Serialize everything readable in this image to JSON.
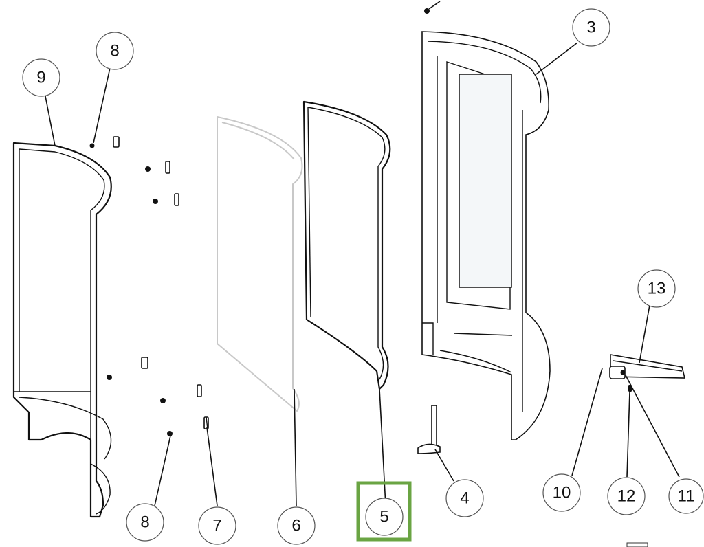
{
  "diagram": {
    "callouts": [
      {
        "id": "callout-9",
        "label": "9"
      },
      {
        "id": "callout-8-top",
        "label": "8"
      },
      {
        "id": "callout-3",
        "label": "3"
      },
      {
        "id": "callout-13",
        "label": "13"
      },
      {
        "id": "callout-8-bottom",
        "label": "8"
      },
      {
        "id": "callout-7",
        "label": "7"
      },
      {
        "id": "callout-6",
        "label": "6"
      },
      {
        "id": "callout-5",
        "label": "5"
      },
      {
        "id": "callout-4",
        "label": "4"
      },
      {
        "id": "callout-10",
        "label": "10"
      },
      {
        "id": "callout-12",
        "label": "12"
      },
      {
        "id": "callout-11",
        "label": "11"
      }
    ],
    "highlighted_part": "5",
    "colors": {
      "highlight": "#6aa443",
      "line": "#111111",
      "light_line": "#c8c8c8"
    }
  }
}
